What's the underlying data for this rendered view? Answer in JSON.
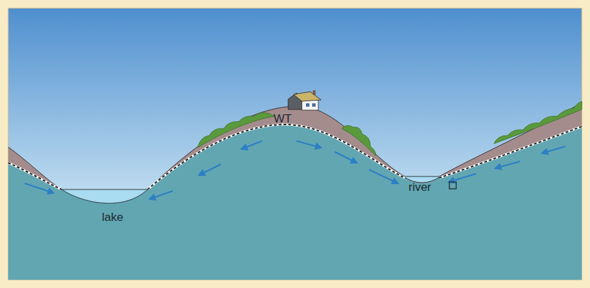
{
  "diagram": {
    "labels": [
      "WT",
      "lake",
      "river"
    ]
  }
}
